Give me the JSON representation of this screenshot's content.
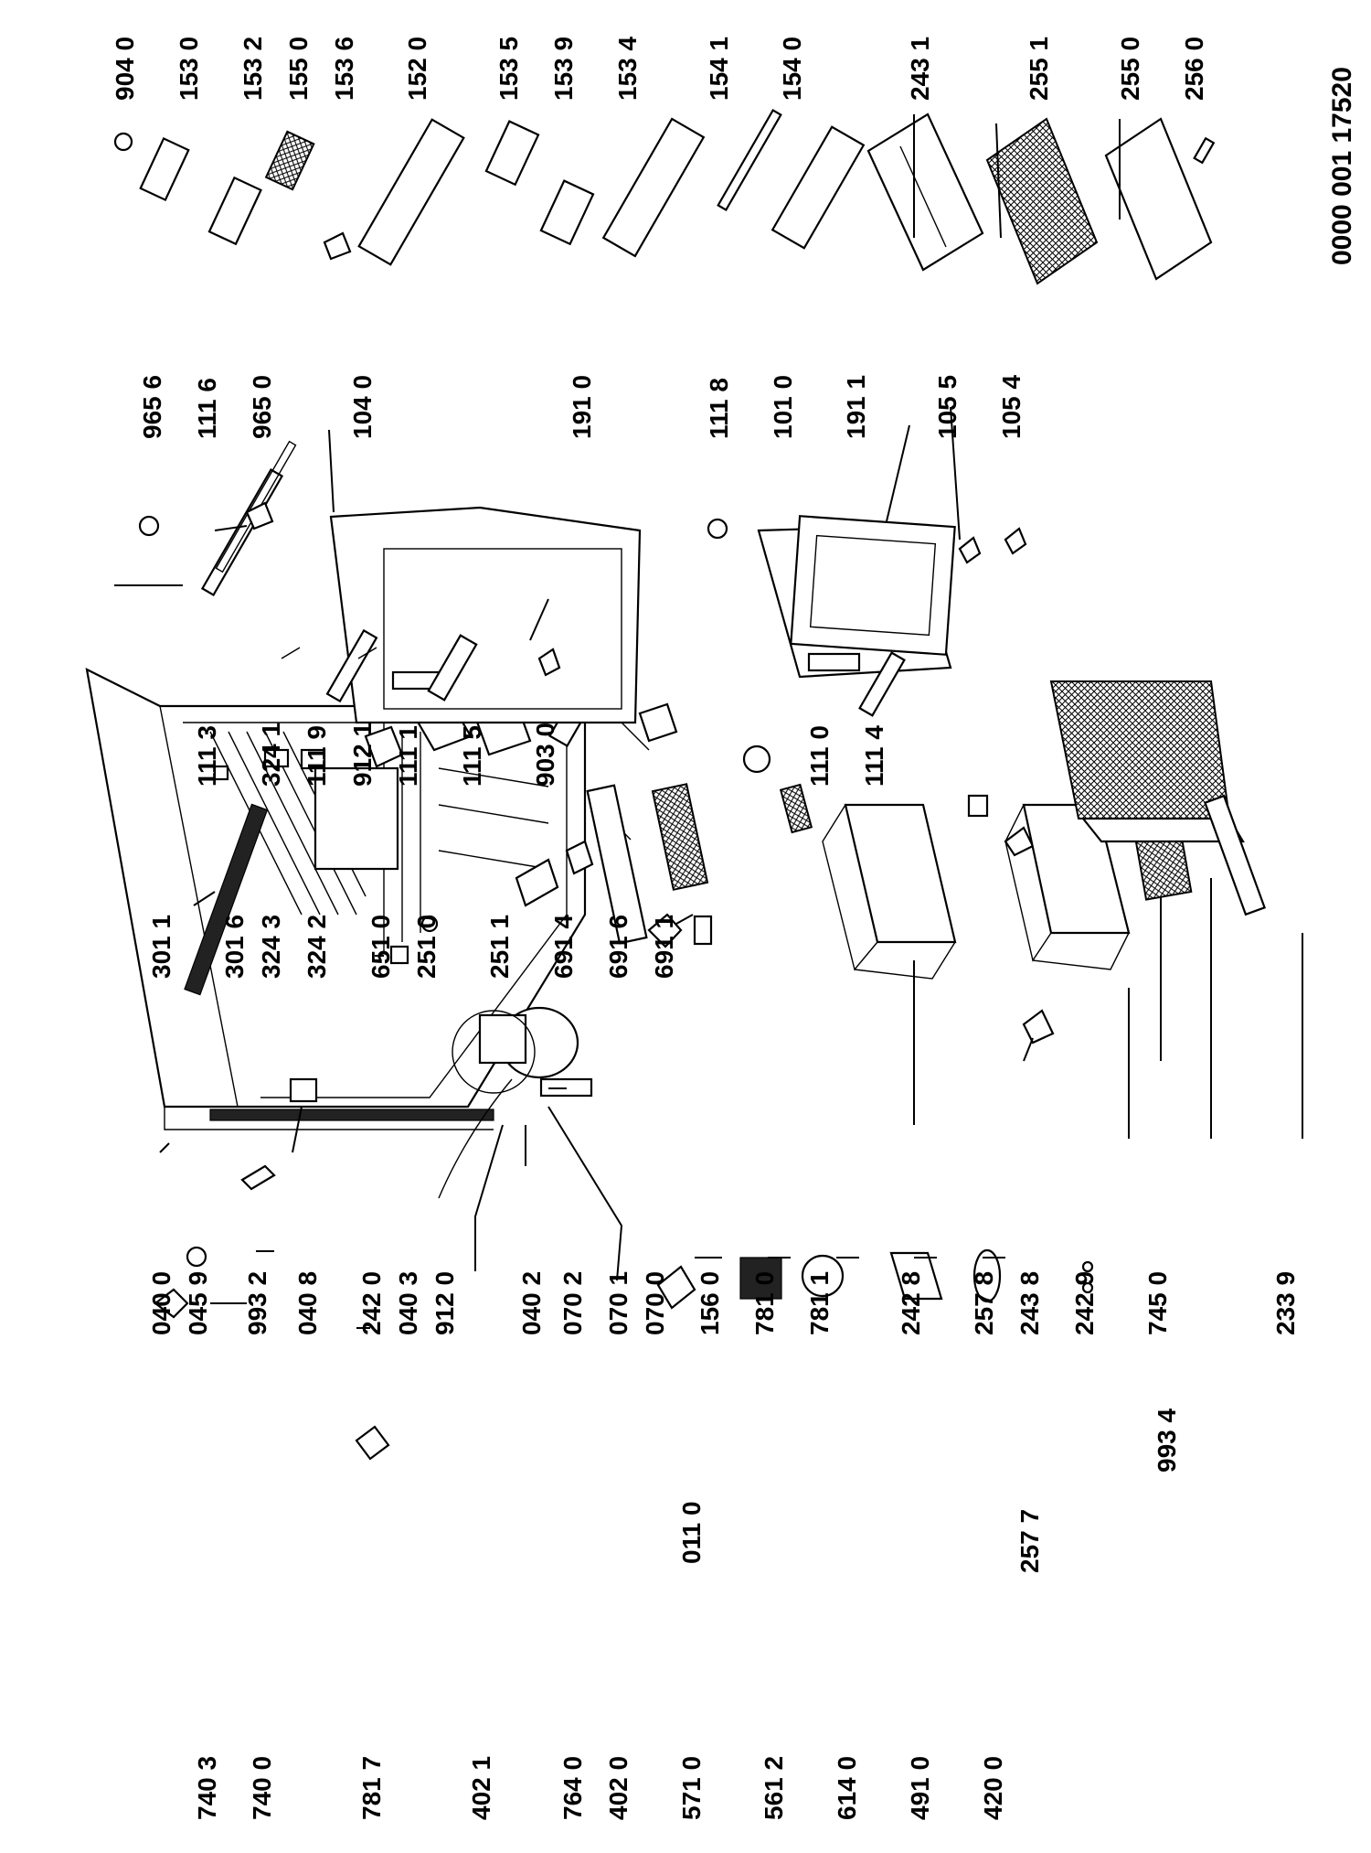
{
  "document_number": "0000 001 17520",
  "labels": {
    "p7403": "740 3",
    "p7400": "740 0",
    "p7817": "781 7",
    "p4021": "402 1",
    "p7640": "764 0",
    "p4020": "402 0",
    "p5710": "571 0",
    "p5612": "561 2",
    "p6140": "614 0",
    "p4910": "491 0",
    "p4200": "420 0",
    "p0110": "011 0",
    "p2577": "257 7",
    "p9934": "993 4",
    "p0400": "040 0",
    "p0459": "045 9",
    "p9932": "993 2",
    "p0408": "040 8",
    "p2420": "242 0",
    "p0403": "040 3",
    "p9120": "912 0",
    "p0402": "040 2",
    "p0702": "070 2",
    "p0701": "070 1",
    "p0700": "070 0",
    "p1560": "156 0",
    "p7810": "781 0",
    "p7811": "781 1",
    "p2428": "242 8",
    "p2578": "257 8",
    "p2438": "243 8",
    "p2429": "242 9",
    "p7450": "745 0",
    "p2339": "233 9",
    "p3011": "301 1",
    "p3016": "301 6",
    "p3243": "324 3",
    "p3242": "324 2",
    "p6510": "651 0",
    "p2510": "251 0",
    "p2511": "251 1",
    "p6914": "691 4",
    "p6916": "691 6",
    "p6911": "691 1",
    "p1113": "111 3",
    "p3241": "324 1",
    "p1119": "111 9",
    "p9121": "912 1",
    "p1111": "111 1",
    "p1115": "111 5",
    "p9030": "903 0",
    "p1110": "111 0",
    "p1114": "111 4",
    "p9656": "965 6",
    "p1116": "111 6",
    "p9650": "965 0",
    "p1040": "104 0",
    "p1910": "191 0",
    "p1118": "111 8",
    "p1010": "101 0",
    "p1911": "191 1",
    "p1055": "105 5",
    "p1054": "105 4",
    "p9040": "904 0",
    "p1530": "153 0",
    "p1532": "153 2",
    "p1550": "155 0",
    "p1536": "153 6",
    "p1520": "152 0",
    "p1535": "153 5",
    "p1539": "153 9",
    "p1534": "153 4",
    "p1541": "154 1",
    "p1540": "154 0",
    "p2431": "243 1",
    "p2551": "255 1",
    "p2550": "255 0",
    "p2560": "256 0"
  },
  "colors": {
    "ink": "#000000",
    "paper": "#ffffff"
  }
}
